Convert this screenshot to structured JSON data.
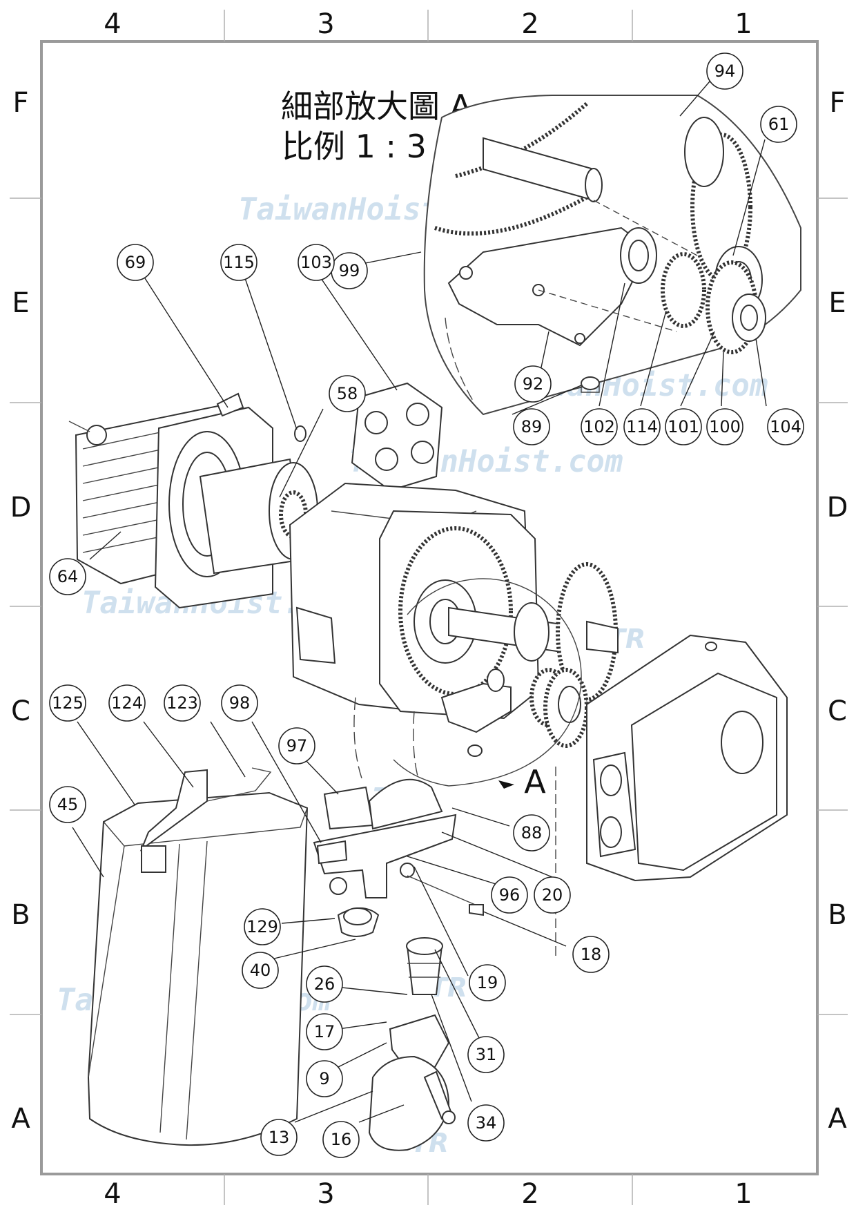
{
  "zones": {
    "columns": [
      "4",
      "3",
      "2",
      "1"
    ],
    "rows": [
      "F",
      "E",
      "D",
      "C",
      "B",
      "A"
    ]
  },
  "detail": {
    "title": "細部放大圖 A",
    "scale": "比例 1 : 3",
    "marker": "A"
  },
  "watermark": {
    "site": "TaiwanHoist.com",
    "brand": "TR"
  },
  "balloons": [
    {
      "id": "b94",
      "label": "94"
    },
    {
      "id": "b61",
      "label": "61"
    },
    {
      "id": "b99",
      "label": "99"
    },
    {
      "id": "b92",
      "label": "92"
    },
    {
      "id": "b89",
      "label": "89"
    },
    {
      "id": "b102",
      "label": "102"
    },
    {
      "id": "b114",
      "label": "114"
    },
    {
      "id": "b101",
      "label": "101"
    },
    {
      "id": "b100",
      "label": "100"
    },
    {
      "id": "b104",
      "label": "104"
    },
    {
      "id": "b69",
      "label": "69"
    },
    {
      "id": "b115",
      "label": "115"
    },
    {
      "id": "b103",
      "label": "103"
    },
    {
      "id": "b58",
      "label": "58"
    },
    {
      "id": "b64",
      "label": "64"
    },
    {
      "id": "b125",
      "label": "125"
    },
    {
      "id": "b124",
      "label": "124"
    },
    {
      "id": "b123",
      "label": "123"
    },
    {
      "id": "b98",
      "label": "98"
    },
    {
      "id": "b97",
      "label": "97"
    },
    {
      "id": "b45",
      "label": "45"
    },
    {
      "id": "b88",
      "label": "88"
    },
    {
      "id": "b96",
      "label": "96"
    },
    {
      "id": "b20",
      "label": "20"
    },
    {
      "id": "b129",
      "label": "129"
    },
    {
      "id": "b40",
      "label": "40"
    },
    {
      "id": "b18",
      "label": "18"
    },
    {
      "id": "b19",
      "label": "19"
    },
    {
      "id": "b26",
      "label": "26"
    },
    {
      "id": "b17",
      "label": "17"
    },
    {
      "id": "b31",
      "label": "31"
    },
    {
      "id": "b9",
      "label": "9"
    },
    {
      "id": "b13",
      "label": "13"
    },
    {
      "id": "b16",
      "label": "16"
    },
    {
      "id": "b34",
      "label": "34"
    }
  ]
}
